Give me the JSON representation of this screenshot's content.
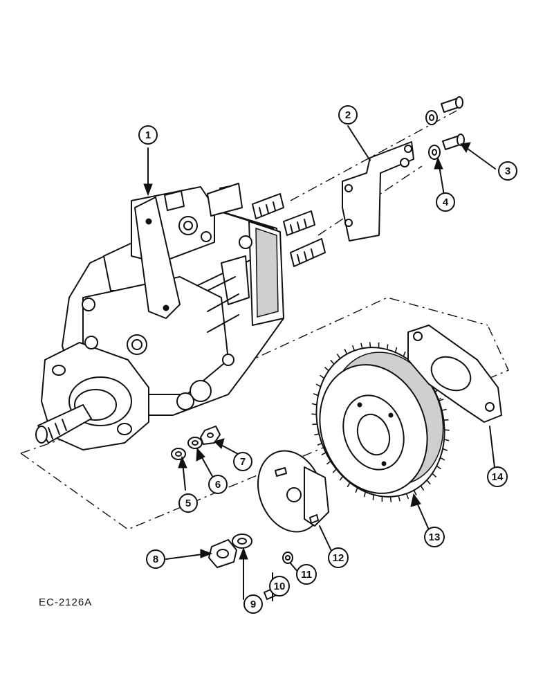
{
  "callouts": [
    {
      "id": "1",
      "label": "1"
    },
    {
      "id": "2",
      "label": "2"
    },
    {
      "id": "3",
      "label": "3"
    },
    {
      "id": "4",
      "label": "4"
    },
    {
      "id": "5",
      "label": "5"
    },
    {
      "id": "6",
      "label": "6"
    },
    {
      "id": "7",
      "label": "7"
    },
    {
      "id": "8",
      "label": "8"
    },
    {
      "id": "9",
      "label": "9"
    },
    {
      "id": "10",
      "label": "10"
    },
    {
      "id": "11",
      "label": "11"
    },
    {
      "id": "12",
      "label": "12"
    },
    {
      "id": "13",
      "label": "13"
    },
    {
      "id": "14",
      "label": "14"
    }
  ],
  "figure_code": "EC-2126A"
}
